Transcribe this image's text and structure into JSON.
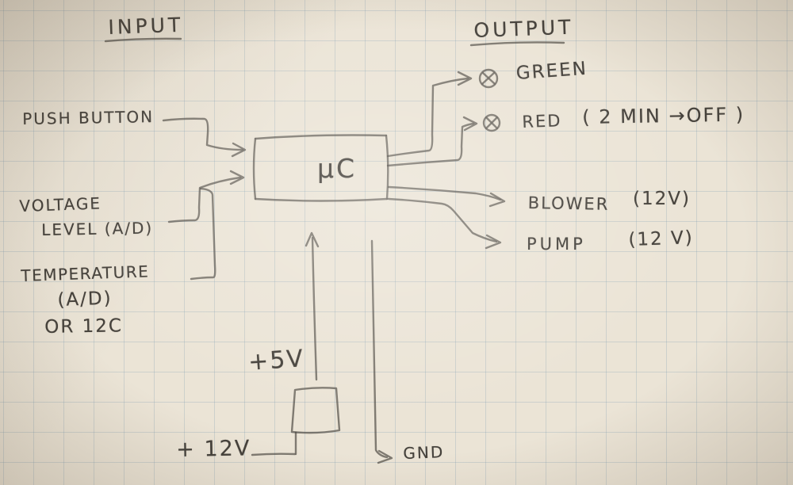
{
  "titles": {
    "input": "INPUT",
    "output": "OUTPUT"
  },
  "mcu": {
    "label": "µC"
  },
  "inputs": {
    "push_button": "PUSH BUTTON",
    "voltage_line1": "VOLTAGE",
    "voltage_line2": "LEVEL (A/D)",
    "temperature_line1": "TEMPERATURE",
    "temperature_line2": "(A/D)",
    "temperature_line3": "OR 12C"
  },
  "outputs": {
    "green_label": "GREEN",
    "red_label": "RED",
    "red_note": "( 2 MIN →OFF )",
    "blower_label": "BLOWER",
    "blower_note": "(12V)",
    "pump_label": "PUMP",
    "pump_note": "(12 V)"
  },
  "power": {
    "five_volt": "+5V",
    "twelve_volt": "+ 12V",
    "ground": "GND"
  },
  "colors": {
    "paper": "#ebe4d6",
    "grid_line": "#7696ac",
    "pencil": "#4b4741"
  }
}
